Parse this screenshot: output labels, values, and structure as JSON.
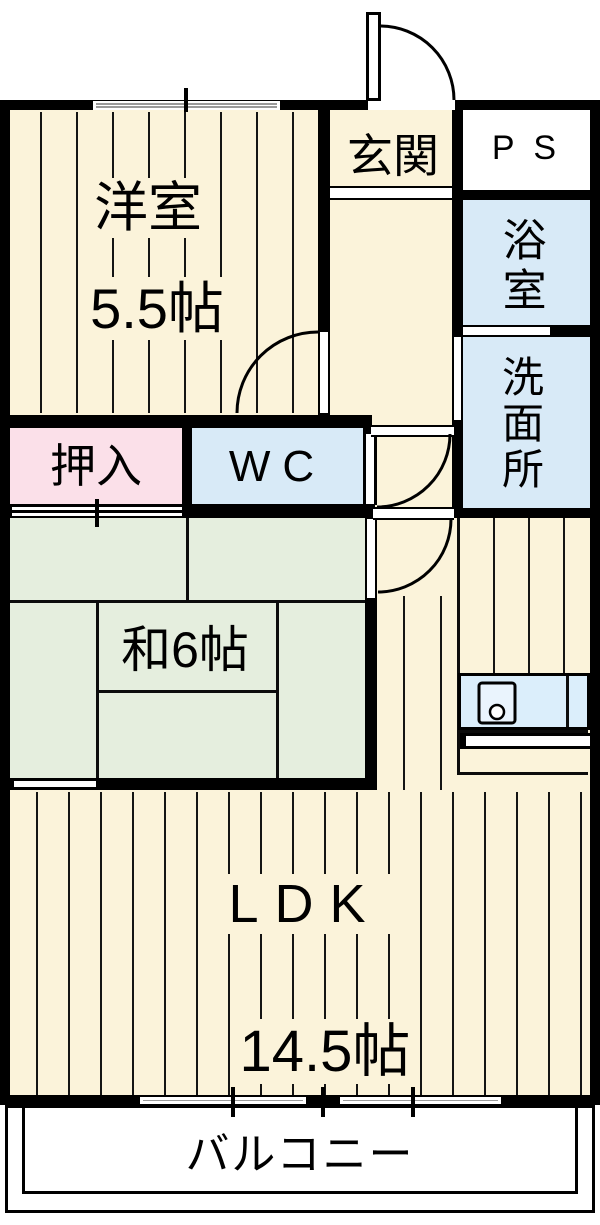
{
  "colors": {
    "wall": "#000000",
    "floor": "#FBF3DA",
    "tatami_green": "#E5EEDE",
    "closet_pink": "#FBE0E9",
    "water_blue": "#D8EAF7",
    "counter_blue": "#DBEEFB",
    "balcony_white": "#FFFFFF"
  },
  "rooms": {
    "western": {
      "label": "洋室",
      "size": "5.5帖"
    },
    "entrance": {
      "label": "玄関"
    },
    "pipe_space": {
      "label": "P S"
    },
    "bathroom": {
      "label": "浴室"
    },
    "washroom": {
      "label": "洗面所"
    },
    "closet": {
      "label": "押入"
    },
    "toilet": {
      "label": "WC"
    },
    "japanese": {
      "label": "和6帖"
    },
    "ldk": {
      "label": "LDK",
      "size": "14.5帖"
    },
    "balcony": {
      "label": "バルコニー"
    }
  }
}
